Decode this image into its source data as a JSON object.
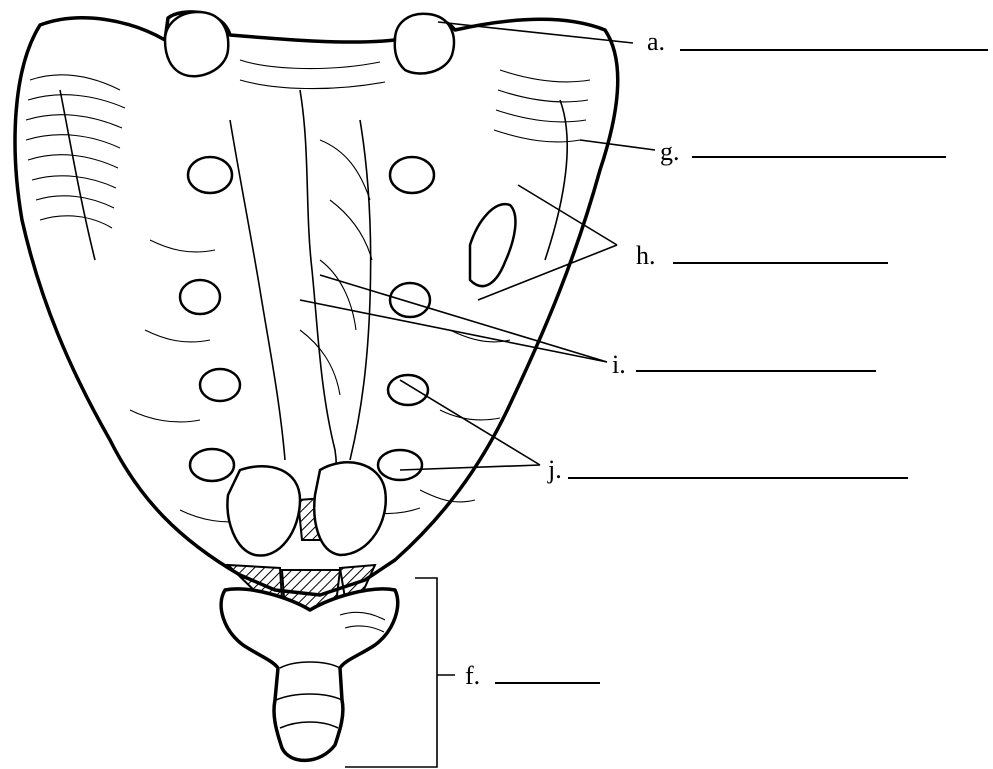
{
  "figure": {
    "labels": [
      {
        "id": "a",
        "text": "a."
      },
      {
        "id": "g",
        "text": "g."
      },
      {
        "id": "h",
        "text": "h."
      },
      {
        "id": "i",
        "text": "i."
      },
      {
        "id": "j",
        "text": "j."
      },
      {
        "id": "f",
        "text": "f."
      }
    ]
  }
}
